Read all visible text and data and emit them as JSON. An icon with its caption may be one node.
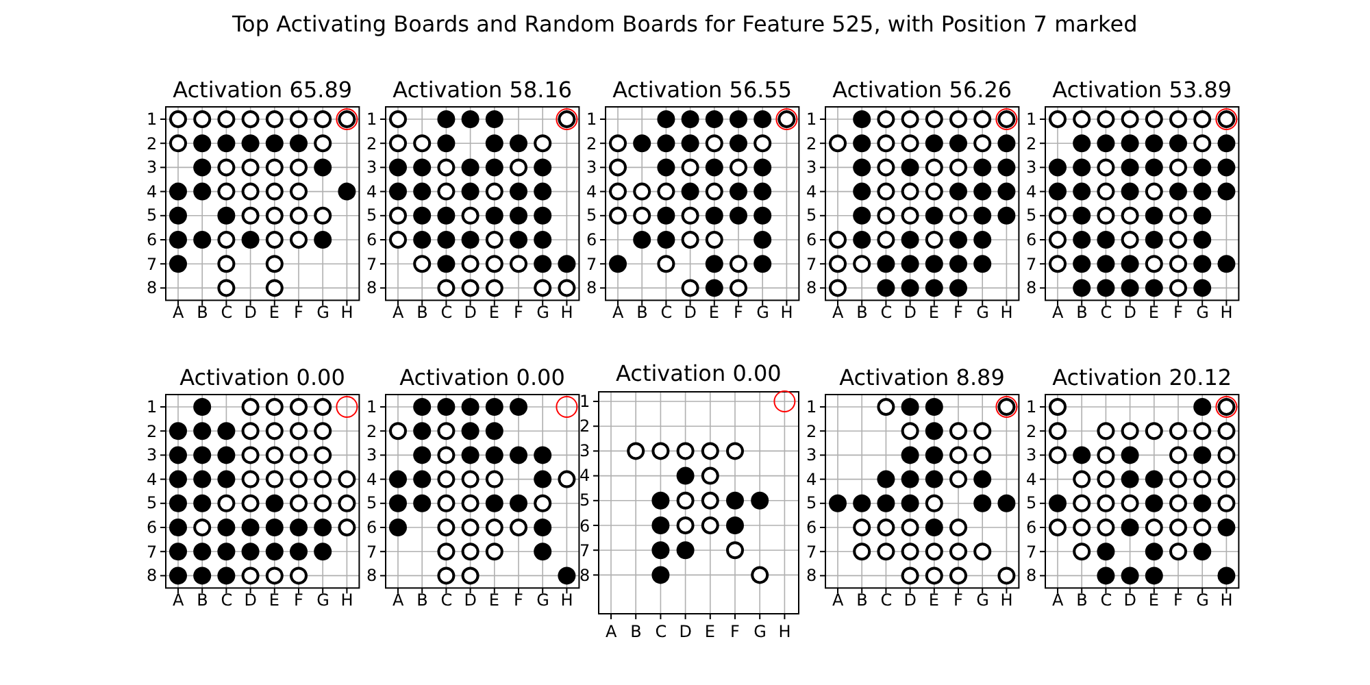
{
  "diagram": {
    "title": "Top Activating Boards and Random Boards for Feature 525, with Position 7 marked",
    "labels": [
      "Activation 65.89",
      "1",
      "2",
      "3",
      "4",
      "5",
      "6",
      "7",
      "8",
      "A",
      "B",
      "C",
      "D",
      "E",
      "F",
      "G",
      "H",
      "Activation 58.16",
      "1",
      "2",
      "3",
      "4",
      "5",
      "6",
      "7",
      "8",
      "A",
      "B",
      "C",
      "D",
      "E",
      "F",
      "G",
      "H",
      "Activation 56.55",
      "1",
      "2",
      "3",
      "4",
      "5",
      "6",
      "7",
      "8",
      "A",
      "B",
      "C",
      "D",
      "E",
      "F",
      "G",
      "H",
      "Activation 56.26",
      "1",
      "2",
      "3",
      "4",
      "5",
      "6",
      "7",
      "8",
      "A",
      "B",
      "C",
      "D",
      "E",
      "F",
      "G",
      "H",
      "Activation 53.89",
      "1",
      "2",
      "3",
      "4",
      "5",
      "6",
      "7",
      "8",
      "A",
      "B",
      "C",
      "D",
      "E",
      "F",
      "G",
      "H",
      "Activation 0.00",
      "1",
      "2",
      "3",
      "4",
      "5",
      "6",
      "7",
      "8",
      "A",
      "B",
      "C",
      "D",
      "E",
      "F",
      "G",
      "H",
      "Activation 0.00",
      "1",
      "2",
      "3",
      "4",
      "5",
      "6",
      "7",
      "8",
      "A",
      "B",
      "C",
      "D",
      "E",
      "F",
      "G",
      "H",
      "Activation 0.00",
      "1",
      "2",
      "3",
      "4",
      "5",
      "6",
      "7",
      "8",
      "A",
      "B",
      "C",
      "D",
      "E",
      "F",
      "G",
      "H",
      "Activation 8.89",
      "1",
      "2",
      "3",
      "4",
      "5",
      "6",
      "7",
      "8",
      "A",
      "B",
      "C",
      "D",
      "E",
      "F",
      "G",
      "H",
      "Activation 20.12",
      "1",
      "2",
      "3",
      "4",
      "5",
      "6",
      "7",
      "8",
      "A",
      "B",
      "C",
      "D",
      "E",
      "F",
      "G",
      "H"
    ]
  }
}
